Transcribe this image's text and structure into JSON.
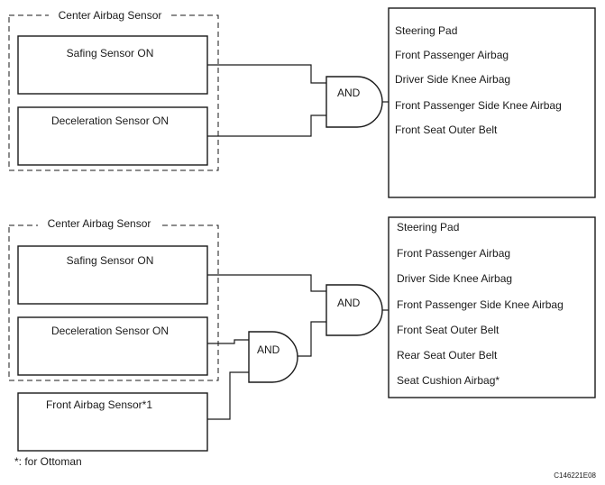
{
  "top": {
    "group_title": "Center Airbag Sensor",
    "safing": "Safing Sensor ON",
    "decel": "Deceleration Sensor ON",
    "gate": "AND",
    "outputs": [
      "Steering Pad",
      "Front Passenger Airbag",
      "Driver Side Knee Airbag",
      "Front Passenger Side Knee Airbag",
      "Front Seat Outer Belt"
    ]
  },
  "bottom": {
    "group_title": "Center Airbag Sensor",
    "safing": "Safing Sensor ON",
    "decel": "Deceleration Sensor ON",
    "front_sensor": "Front Airbag Sensor*1",
    "gate_main": "AND",
    "gate_sub": "AND",
    "outputs": [
      "Steering Pad",
      "Front Passenger Airbag",
      "Driver Side Knee Airbag",
      "Front Passenger Side Knee Airbag",
      "Front Seat Outer Belt",
      "Rear Seat Outer Belt",
      "Seat Cushion Airbag*"
    ]
  },
  "footnote": "*: for Ottoman",
  "code": "C146221E08"
}
